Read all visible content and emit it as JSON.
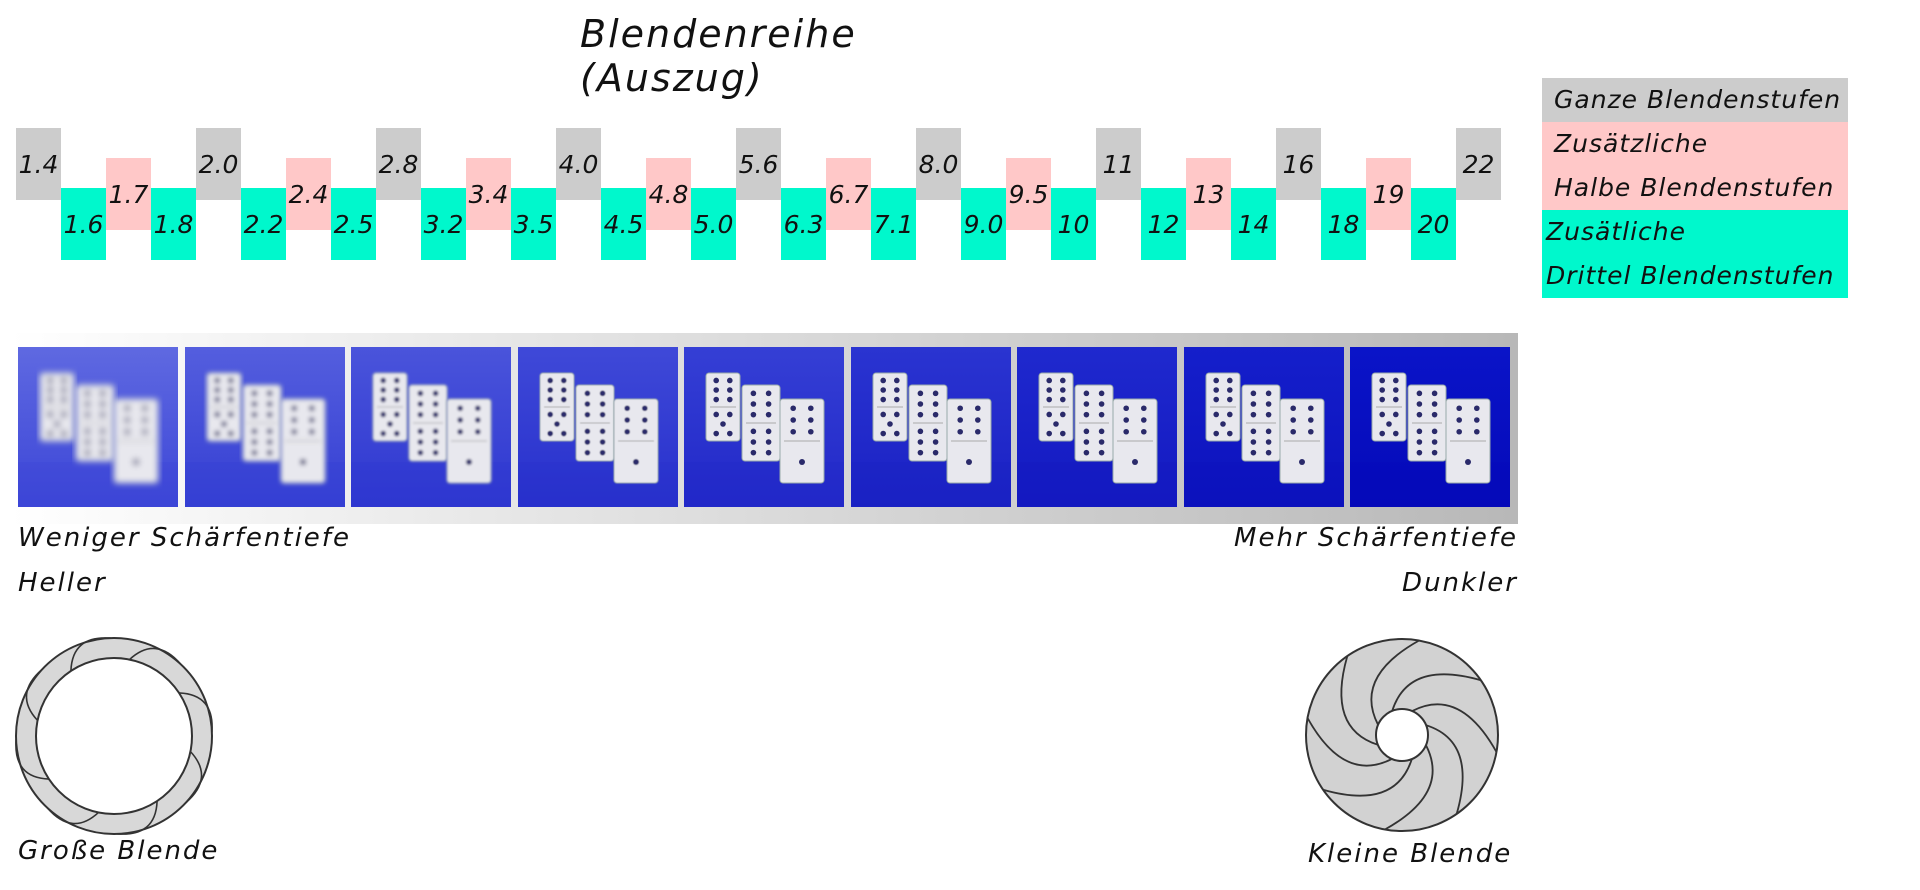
{
  "title": "Blendenreihe (Auszug)",
  "fstops": [
    {
      "label": "1.4",
      "kind": "full"
    },
    {
      "label": "1.6",
      "kind": "third"
    },
    {
      "label": "1.7",
      "kind": "half"
    },
    {
      "label": "1.8",
      "kind": "third"
    },
    {
      "label": "2.0",
      "kind": "full"
    },
    {
      "label": "2.2",
      "kind": "third"
    },
    {
      "label": "2.4",
      "kind": "half"
    },
    {
      "label": "2.5",
      "kind": "third"
    },
    {
      "label": "2.8",
      "kind": "full"
    },
    {
      "label": "3.2",
      "kind": "third"
    },
    {
      "label": "3.4",
      "kind": "half"
    },
    {
      "label": "3.5",
      "kind": "third"
    },
    {
      "label": "4.0",
      "kind": "full"
    },
    {
      "label": "4.5",
      "kind": "third"
    },
    {
      "label": "4.8",
      "kind": "half"
    },
    {
      "label": "5.0",
      "kind": "third"
    },
    {
      "label": "5.6",
      "kind": "full"
    },
    {
      "label": "6.3",
      "kind": "third"
    },
    {
      "label": "6.7",
      "kind": "half"
    },
    {
      "label": "7.1",
      "kind": "third"
    },
    {
      "label": "8.0",
      "kind": "full"
    },
    {
      "label": "9.0",
      "kind": "third"
    },
    {
      "label": "9.5",
      "kind": "half"
    },
    {
      "label": "10",
      "kind": "third"
    },
    {
      "label": "11",
      "kind": "full"
    },
    {
      "label": "12",
      "kind": "third"
    },
    {
      "label": "13",
      "kind": "half"
    },
    {
      "label": "14",
      "kind": "third"
    },
    {
      "label": "16",
      "kind": "full"
    },
    {
      "label": "18",
      "kind": "third"
    },
    {
      "label": "19",
      "kind": "half"
    },
    {
      "label": "20",
      "kind": "third"
    },
    {
      "label": "22",
      "kind": "full"
    }
  ],
  "legend": {
    "full": [
      "Ganze Blendenstufen"
    ],
    "half": [
      "Zusätzliche",
      "Halbe Blendenstufen"
    ],
    "third": [
      "Zusätliche",
      "Drittel Blendenstufen"
    ]
  },
  "colors": {
    "full": "#cccccc",
    "half": "#ffc8c8",
    "third": "#00f8cc",
    "panel_blue": "#2f3fd8"
  },
  "photos": {
    "count": 9,
    "icon": "domino-tiles-photo"
  },
  "labels": {
    "left_1": "Weniger Schärfentiefe",
    "left_2": "Heller",
    "right_1": "Mehr Schärfentiefe",
    "right_2": "Dunkler",
    "large_aperture": "Große Blende",
    "small_aperture": "Kleine Blende"
  },
  "icons": {
    "large": "large-aperture-icon",
    "small": "small-aperture-icon"
  }
}
